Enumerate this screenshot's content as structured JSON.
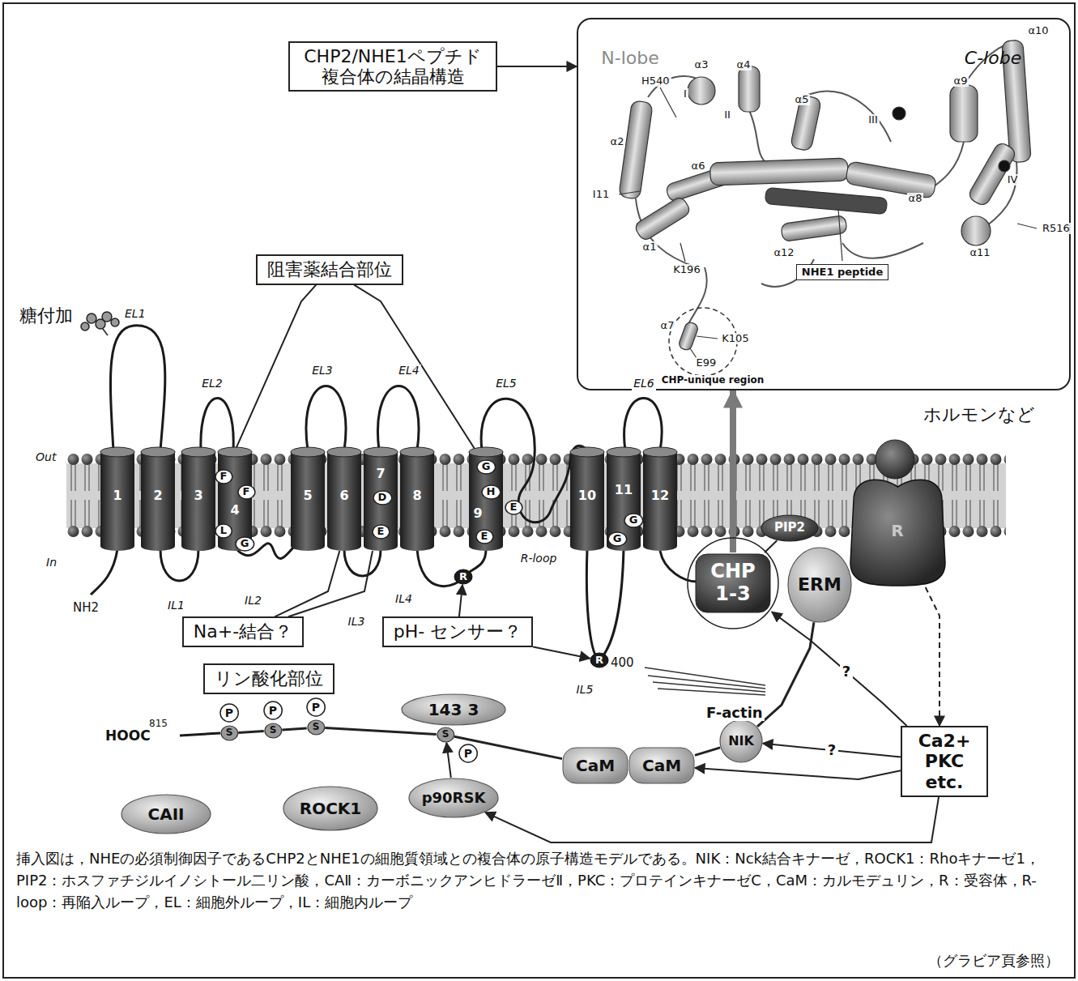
{
  "diagram": {
    "caption": "挿入図は，NHEの必須制御因子であるCHP2とNHE1の細胞質領域との複合体の原子構造モデルである。NIK：Nck結合キナーゼ，ROCK1：Rhoキナーゼ1，PIP2：ホスファチジルイノシトール二リン酸，CAⅡ：カーボニックアンヒドラーゼⅡ，PKC：プロテインキナーゼC，CaM：カルモデュリン，R：受容体，R-loop：再陥入ループ，EL：細胞外ループ，IL：細胞内ループ",
    "nodes": [
      {
        "text": [
          "CHP2/NHE1ペプチド 複合体の結晶構造"
        ]
      },
      {
        "text": [
          "N-lobe",
          "C-lobe"
        ]
      },
      {
        "text": [
          "NHE1 peptide"
        ],
        "in": 1
      },
      {
        "text": [
          "阻害薬結合部位"
        ]
      },
      {
        "text": [
          "1"
        ]
      },
      {
        "text": [
          "2"
        ]
      },
      {
        "text": [
          "3"
        ]
      },
      {
        "text": [
          "4"
        ]
      },
      {
        "text": [
          "5"
        ]
      },
      {
        "text": [
          "6"
        ]
      },
      {
        "text": [
          "7"
        ]
      },
      {
        "text": [
          "8"
        ]
      },
      {
        "text": [
          "9"
        ]
      },
      {
        "text": [
          "10"
        ]
      },
      {
        "text": [
          "11"
        ]
      },
      {
        "text": [
          "12"
        ]
      },
      {
        "text": [
          "F"
        ],
        "in": 7
      },
      {
        "text": [
          "F"
        ],
        "in": 7
      },
      {
        "text": [
          "L"
        ],
        "in": 7
      },
      {
        "text": [
          "G"
        ],
        "in": 7
      },
      {
        "text": [
          "D"
        ],
        "in": 10
      },
      {
        "text": [
          "E"
        ],
        "in": 10
      },
      {
        "text": [
          "G"
        ],
        "in": 12
      },
      {
        "text": [
          "H"
        ],
        "in": 12
      },
      {
        "text": [
          "E"
        ],
        "in": 12
      },
      {
        "text": [
          "E"
        ]
      },
      {
        "text": [
          "G"
        ],
        "in": 14
      },
      {
        "text": [
          "G"
        ],
        "in": 14
      },
      {
        "text": [
          "R"
        ]
      },
      {
        "text": [
          "R"
        ]
      },
      {
        "text": [
          "PIP2"
        ]
      },
      {
        "text": [
          "CHP 1-3"
        ]
      },
      {
        "text": [
          "ERM"
        ]
      },
      {
        "text": [
          "R"
        ]
      },
      {
        "text": [
          "Na+-結合？"
        ]
      },
      {
        "text": [
          "pH- センサー？"
        ]
      },
      {
        "text": [
          "リン酸化部位"
        ]
      },
      {
        "text": [
          "143 3"
        ]
      },
      {
        "text": [
          "NIK"
        ]
      },
      {
        "text": [
          "CaM"
        ]
      },
      {
        "text": [
          "CaM"
        ]
      },
      {
        "text": [
          "S"
        ]
      },
      {
        "text": [
          "S"
        ]
      },
      {
        "text": [
          "S"
        ]
      },
      {
        "text": [
          "S"
        ]
      },
      {
        "text": [
          "P"
        ]
      },
      {
        "text": [
          "P"
        ]
      },
      {
        "text": [
          "P"
        ]
      },
      {
        "text": [
          "P"
        ]
      },
      {
        "text": [
          "CAII"
        ]
      },
      {
        "text": [
          "ROCK1"
        ]
      },
      {
        "text": [
          "p90RSK"
        ]
      },
      {
        "text": [
          "Ca2+ PKC etc."
        ]
      }
    ],
    "edges": [
      {
        "from": 0,
        "to": 1,
        "arrow": "to"
      },
      {
        "from": 31,
        "to": 1,
        "arrow": "to"
      },
      {
        "from": 3,
        "to": 16,
        "arrow": "none"
      },
      {
        "from": 3,
        "to": 22,
        "arrow": "none"
      },
      {
        "from": 34,
        "to": 9,
        "arrow": "none"
      },
      {
        "from": 34,
        "to": 10,
        "arrow": "none"
      },
      {
        "from": 35,
        "to": 28,
        "arrow": "to"
      },
      {
        "from": 35,
        "to": 29,
        "arrow": "to"
      },
      {
        "from": 30,
        "to": 31,
        "arrow": "none"
      },
      {
        "from": 32,
        "to": 38,
        "arrow": "none"
      },
      {
        "from": 38,
        "to": 40,
        "arrow": "none"
      },
      {
        "from": 40,
        "to": 39,
        "arrow": "none"
      },
      {
        "from": 39,
        "to": 44,
        "arrow": "none"
      },
      {
        "from": 44,
        "to": 43,
        "arrow": "none"
      },
      {
        "from": 43,
        "to": 42,
        "arrow": "none"
      },
      {
        "from": 42,
        "to": 41,
        "arrow": "none"
      },
      {
        "from": 51,
        "to": 44,
        "arrow": "to"
      },
      {
        "from": 33,
        "to": 52,
        "arrow": "to"
      },
      {
        "from": 52,
        "to": 31,
        "label": "?",
        "arrow": "to"
      },
      {
        "from": 52,
        "to": 38,
        "label": "?",
        "arrow": "to"
      },
      {
        "from": 52,
        "to": 40,
        "arrow": "to"
      },
      {
        "from": 52,
        "to": 51,
        "arrow": "to"
      }
    ],
    "labels": [
      "糖付加",
      "EL1",
      "EL2",
      "EL3",
      "EL4",
      "EL5",
      "EL6",
      "Out",
      "In",
      "NH2",
      "IL1",
      "IL2",
      "IL3",
      "IL4",
      "IL5",
      "R-loop",
      "400",
      "ホルモンなど",
      "F-actin",
      "HOOC",
      "815",
      "H540",
      "α3",
      "α4",
      "α5",
      "α10",
      "α9",
      "I",
      "II",
      "III",
      "IV",
      "α2",
      "α6",
      "I11",
      "α8",
      "R516",
      "α11",
      "α1",
      "K196",
      "α12",
      "α7",
      "K105",
      "E99",
      "CHP-unique region",
      "（グラビア頁参照）"
    ]
  }
}
